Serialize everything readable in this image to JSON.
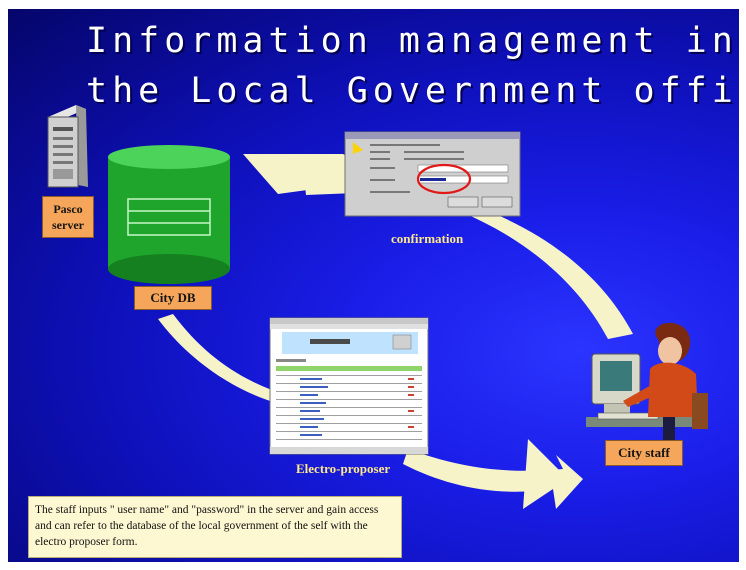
{
  "title": {
    "line1": "Information management in",
    "line2": "the Local Government office"
  },
  "labels": {
    "pasco_server": "Pasco server",
    "city_db": "City DB",
    "city_staff": "City staff",
    "confirmation": "confirmation",
    "electro_proposer": "Electro-proposer"
  },
  "note": "The staff inputs \" user name\" and \"password\" in the server and gain access and can refer to the database of the local government of the self with the electro proposer form.",
  "icons": [
    "server-icon",
    "database-cylinder-icon",
    "computer-user-icon",
    "login-dialog-screenshot",
    "proposer-window-screenshot"
  ],
  "colors": {
    "background": "#1a1ee8",
    "label_box": "#f6a65a",
    "arrow": "#f7f3c9",
    "caption": "#ffe98a",
    "database": "#22b430",
    "highlight_circle": "#e01818"
  }
}
